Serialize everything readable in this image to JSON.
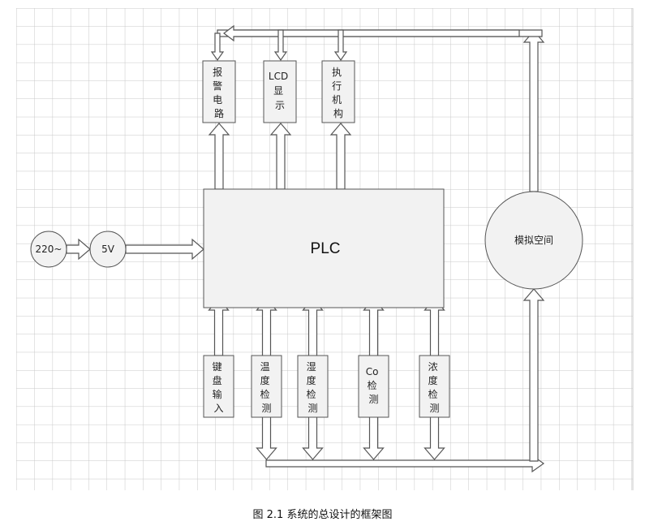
{
  "diagram": {
    "center": {
      "label": "PLC"
    },
    "power": {
      "mains": "220~",
      "supply": "5V"
    },
    "space": {
      "label": "模拟空间"
    },
    "outputs": [
      {
        "lines": [
          "报",
          "警",
          "电",
          "路"
        ]
      },
      {
        "lines": [
          "LCD",
          "显",
          "示"
        ]
      },
      {
        "lines": [
          "执",
          "行",
          "机",
          "构"
        ]
      }
    ],
    "inputs": [
      {
        "lines": [
          "键",
          "盘",
          "输",
          "入"
        ]
      },
      {
        "lines": [
          "温",
          "度",
          "检",
          "测"
        ]
      },
      {
        "lines": [
          "湿",
          "度",
          "检",
          "测"
        ]
      },
      {
        "lines": [
          "Co",
          "检",
          "测"
        ]
      },
      {
        "lines": [
          "浓",
          "度",
          "检",
          "测"
        ]
      }
    ]
  },
  "caption": "图 2.1 系统的总设计的框架图"
}
